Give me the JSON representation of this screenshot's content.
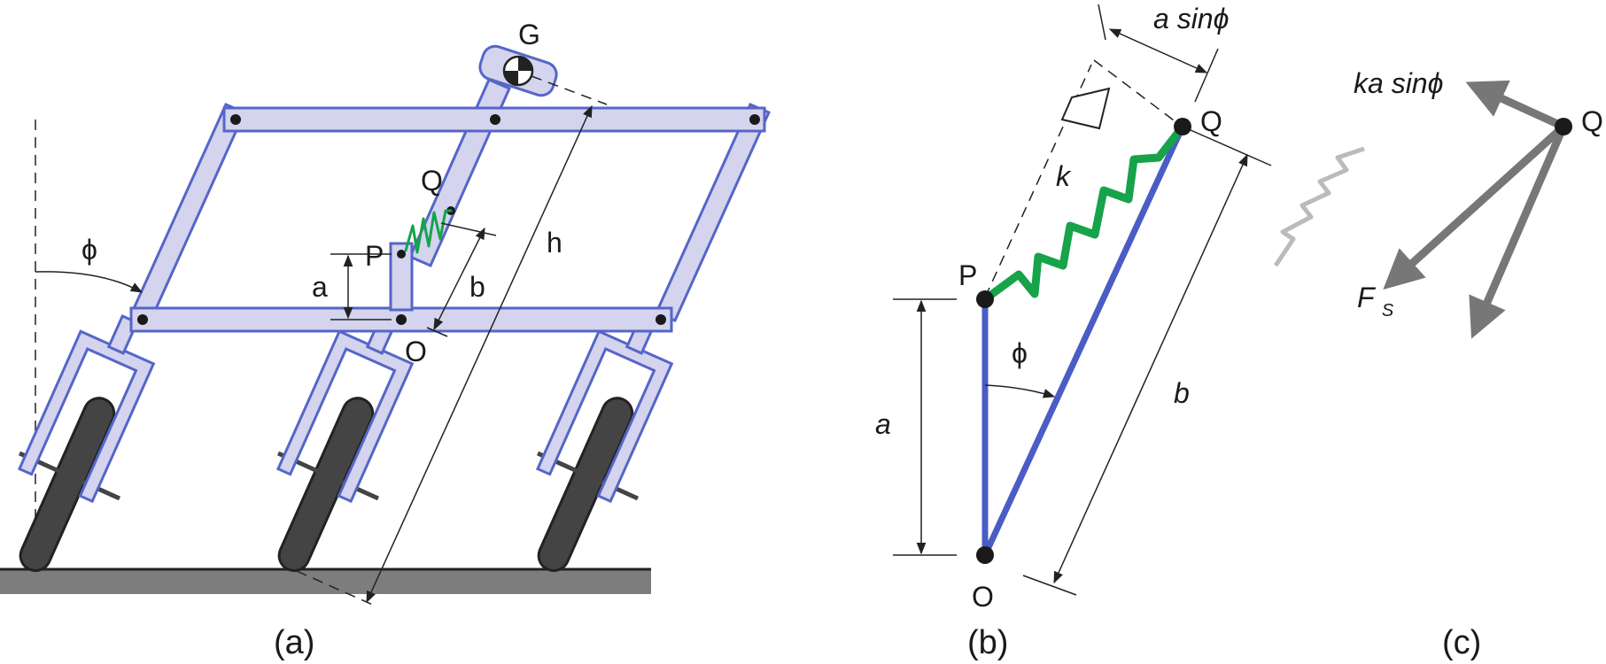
{
  "panel_a": {
    "caption": "(a)",
    "label_G": "G",
    "label_Q": "Q",
    "label_P": "P",
    "label_O": "O",
    "label_a": "a",
    "label_b": "b",
    "label_h": "h",
    "label_phi": "ϕ"
  },
  "panel_b": {
    "caption": "(b)",
    "label_asinphi": "a sinϕ",
    "label_Q": "Q",
    "label_k": "k",
    "label_P": "P",
    "label_phi": "ϕ",
    "label_a": "a",
    "label_b": "b",
    "label_O": "O"
  },
  "panel_c": {
    "caption": "(c)",
    "label_force": "ka sinϕ",
    "label_Q": "Q",
    "label_Fs": "F",
    "label_Fs_sub": "S"
  },
  "colors": {
    "frame_fill": "#d4d4ee",
    "frame_stroke": "#5566c8",
    "spring": "#16a34a",
    "link": "#4a5dc4",
    "force_arrow": "#777777",
    "ground": "#7d7d7d"
  }
}
